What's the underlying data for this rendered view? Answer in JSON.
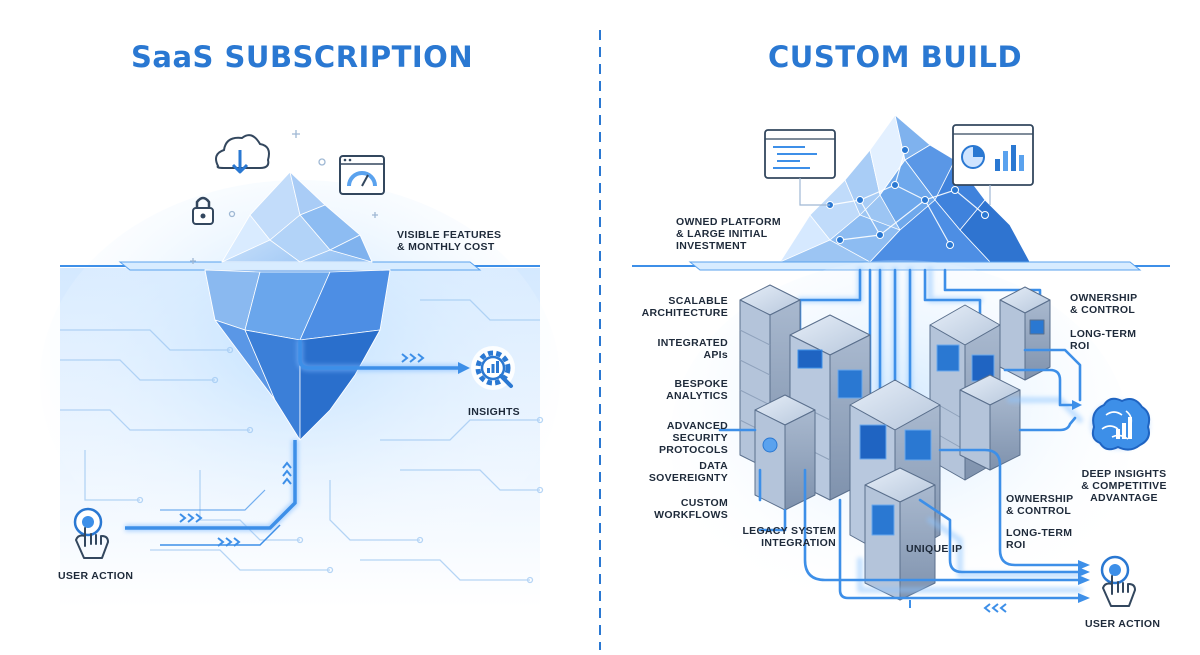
{
  "left": {
    "title": "SaaS SUBSCRIPTION",
    "labels": {
      "visible": "VISIBLE FEATURES\n& MONTHLY COST",
      "insights": "INSIGHTS",
      "user_action": "USER ACTION"
    }
  },
  "right": {
    "title": "CUSTOM BUILD",
    "labels": {
      "owned": "OWNED PLATFORM\n& LARGE INITIAL\nINVESTMENT",
      "scalable": "SCALABLE\nARCHITECTURE",
      "apis": "INTEGRATED\nAPIs",
      "analytics": "BESPOKE\nANALYTICS",
      "security": "ADVANCED\nSECURITY\nPROTOCOLS",
      "sovereignty": "DATA\nSOVEREIGNTY",
      "workflows": "CUSTOM\nWORKFLOWS",
      "legacy": "LEGACY SYSTEM\nINTEGRATION",
      "unique_ip": "UNIQUE IP",
      "ownership_top": "OWNERSHIP\n& CONTROL",
      "roi_top": "LONG-TERM\nROI",
      "deep_insights": "DEEP INSIGHTS\n& COMPETITIVE\nADVANTAGE",
      "ownership_bottom": "OWNERSHIP\n& CONTROL",
      "roi_bottom": "LONG-TERM\nROI",
      "user_action": "USER ACTION"
    }
  },
  "colors": {
    "accent": "#2a78d2",
    "flow": "#3d8fe8",
    "ice": "#6aa8ec",
    "deep": "#1f64c2"
  }
}
